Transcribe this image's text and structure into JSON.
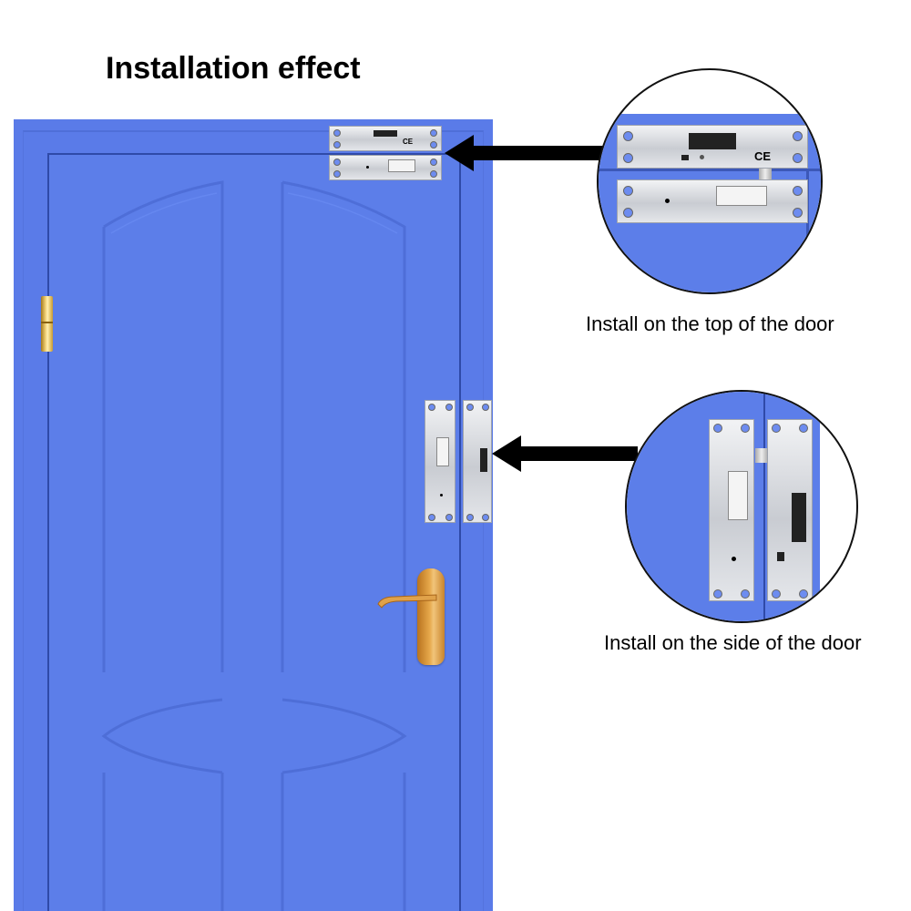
{
  "title": "Installation effect",
  "captions": {
    "top": "Install on the top of the door",
    "side": "Install on the side of the door"
  },
  "colors": {
    "door_blue": "#5c7ee9",
    "frame_blue": "#5a7be8",
    "door_edge": "#2f4aa8",
    "brass": "#e6a84a",
    "lock_silver": "#d4d7dc",
    "arrow": "#000000"
  },
  "icons": {
    "arrow_top": "arrow-left-icon",
    "arrow_side": "arrow-left-icon",
    "ce_mark": "CE"
  },
  "lock_labels": {
    "ce": "CE"
  }
}
